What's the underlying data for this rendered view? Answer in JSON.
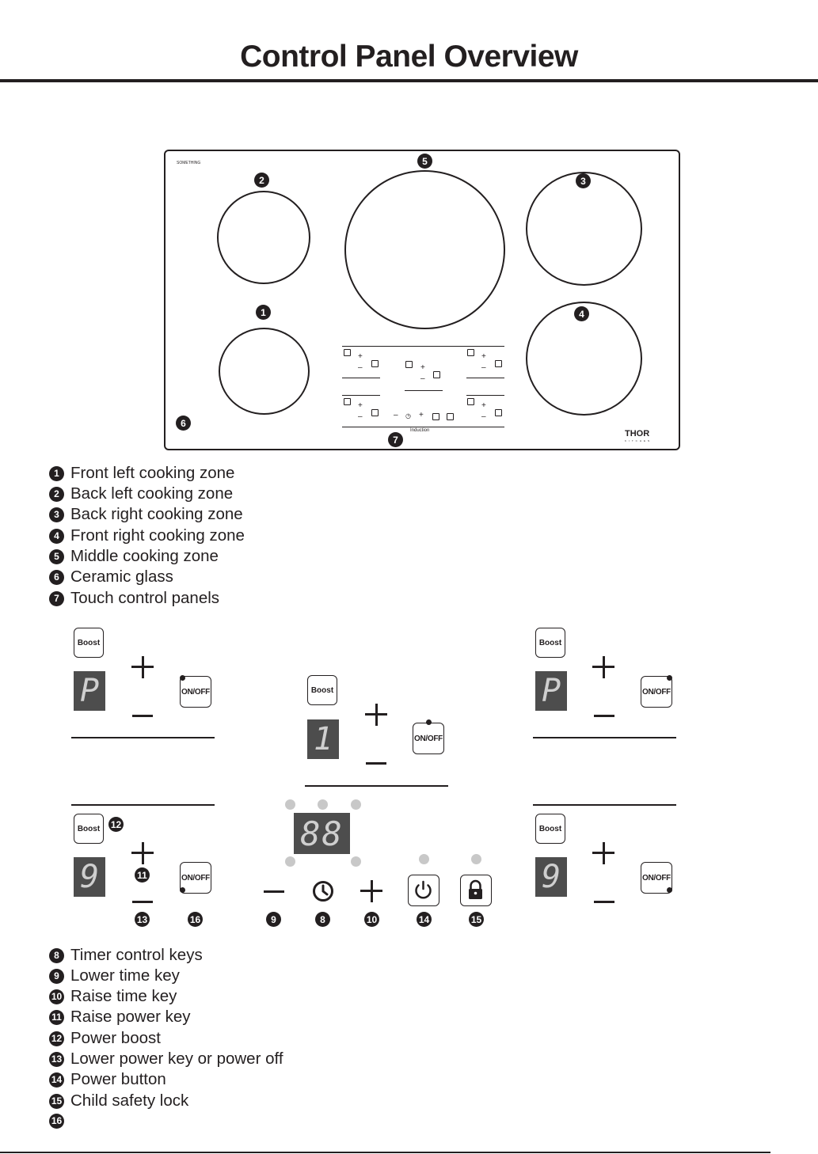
{
  "page": {
    "title": "Control Panel Overview"
  },
  "cooktop": {
    "corner_text": "SOMETHING",
    "brand": "THOR",
    "brand_sub": "KITCHEN",
    "panel_label": "Induction",
    "callouts": [
      "1",
      "2",
      "3",
      "4",
      "5",
      "6",
      "7"
    ]
  },
  "legend_top": [
    {
      "num": "1",
      "text": "Front left cooking zone"
    },
    {
      "num": "2",
      "text": "Back left cooking zone"
    },
    {
      "num": "3",
      "text": "Back right cooking zone"
    },
    {
      "num": "4",
      "text": "Front right cooking zone"
    },
    {
      "num": "5",
      "text": "Middle cooking zone"
    },
    {
      "num": "6",
      "text": "Ceramic glass"
    },
    {
      "num": "7",
      "text": "Touch control panels"
    }
  ],
  "panels": {
    "boost_label": "Boost",
    "onoff_label": "ON/OFF",
    "digit_top_left": "P",
    "digit_top_right": "P",
    "digit_middle": "1",
    "digit_bottom_left": "9",
    "digit_bottom_right": "9",
    "timer_display": "88",
    "callouts": [
      "8",
      "9",
      "10",
      "11",
      "12",
      "13",
      "14",
      "15",
      "16"
    ]
  },
  "legend_bottom": [
    {
      "num": "8",
      "text": "Timer control keys"
    },
    {
      "num": "9",
      "text": "Lower time key"
    },
    {
      "num": "10",
      "text": "Raise time key"
    },
    {
      "num": "11",
      "text": "Raise power key"
    },
    {
      "num": "12",
      "text": "Power boost"
    },
    {
      "num": "13",
      "text": "Lower power key or power off"
    },
    {
      "num": "14",
      "text": "Power button"
    },
    {
      "num": "15",
      "text": "Child safety lock"
    },
    {
      "num": "16",
      "text": ""
    }
  ]
}
